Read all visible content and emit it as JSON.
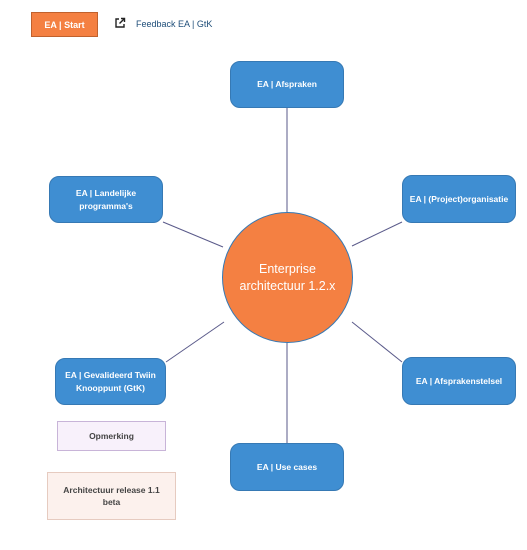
{
  "header": {
    "start_label": "EA | Start",
    "feedback_label": "Feedback EA | GtK",
    "feedback_icon": "external-link-icon"
  },
  "center": {
    "label": "Enterprise architectuur 1.2.x"
  },
  "nodes": {
    "afspraken": "EA | Afspraken",
    "landelijke": "EA | Landelijke programma's",
    "projectorganisatie": "EA | (Project)organisatie",
    "gtk": "EA | Gevalideerd Twiin Knooppunt (GtK)",
    "afsprakenstelsel": "EA | Afsprakenstelsel",
    "usecases": "EA | Use cases"
  },
  "notes": {
    "remark": "Opmerking",
    "release": "Architectuur release 1.1 beta"
  },
  "colors": {
    "orange": "#f48042",
    "blue": "#3f8ed2",
    "line": "#5a5a8a"
  }
}
